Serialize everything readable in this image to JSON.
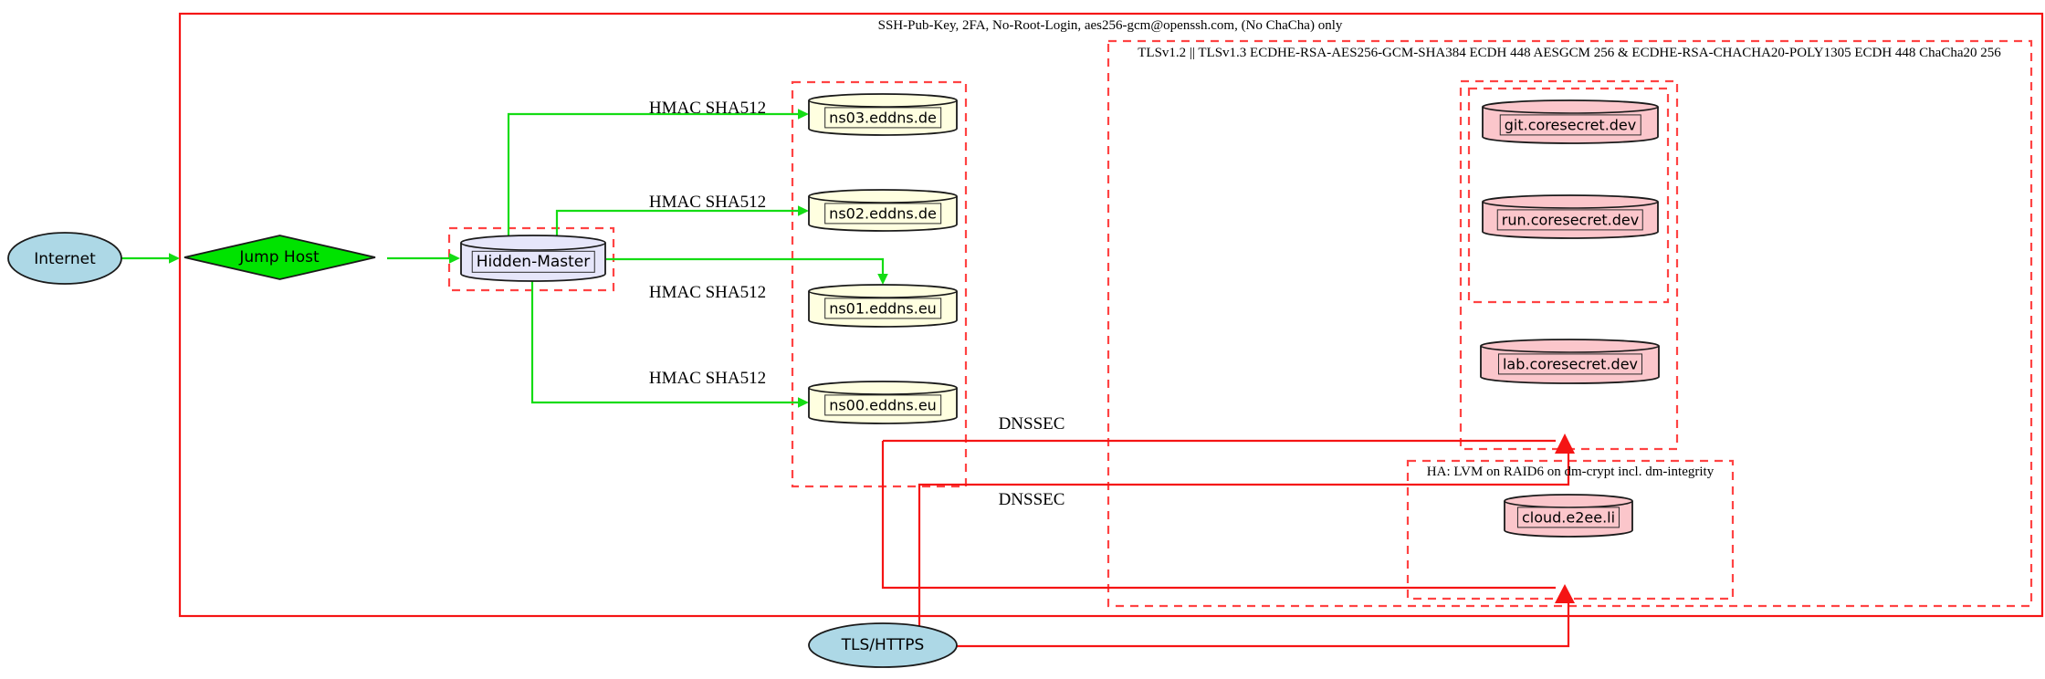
{
  "diagram": {
    "clusters": {
      "ssh": {
        "label": "SSH-Pub-Key, 2FA, No-Root-Login, aes256-gcm@openssh.com, (No ChaCha) only"
      },
      "tls": {
        "label": "TLSv1.2 || TLSv1.3 ECDHE-RSA-AES256-GCM-SHA384 ECDH 448 AESGCM 256 & ECDHE-RSA-CHACHA20-POLY1305 ECDH 448 ChaCha20 256"
      },
      "ha": {
        "label": "HA: LVM on RAID6 on dm-crypt incl. dm-integrity"
      }
    },
    "nodes": {
      "internet": {
        "label": "Internet"
      },
      "jump_host": {
        "label": "Jump Host"
      },
      "hidden_master": {
        "label": "Hidden-Master"
      },
      "ns03": {
        "label": "ns03.eddns.de"
      },
      "ns02": {
        "label": "ns02.eddns.de"
      },
      "ns01": {
        "label": "ns01.eddns.eu"
      },
      "ns00": {
        "label": "ns00.eddns.eu"
      },
      "git": {
        "label": "git.coresecret.dev"
      },
      "run": {
        "label": "run.coresecret.dev"
      },
      "lab": {
        "label": "lab.coresecret.dev"
      },
      "cloud": {
        "label": "cloud.e2ee.li"
      },
      "tls_https": {
        "label": "TLS/HTTPS"
      }
    },
    "edge_labels": {
      "hmac_ns03": "HMAC SHA512",
      "hmac_ns02": "HMAC SHA512",
      "hmac_ns01": "HMAC SHA512",
      "hmac_ns00": "HMAC SHA512",
      "dnssec_1": "DNSSEC",
      "dnssec_2": "DNSSEC"
    },
    "colors": {
      "edge-green": "#14dc14",
      "edge-red": "#f51414",
      "box-red": "#ff4343",
      "node-blue": "#add8e6",
      "node-green": "#00e300",
      "node-lavender": "#e6e6fa",
      "node-yellow": "#ffffe0",
      "node-pink": "#fbc6cb",
      "node-border": "#1a1a1a"
    }
  }
}
